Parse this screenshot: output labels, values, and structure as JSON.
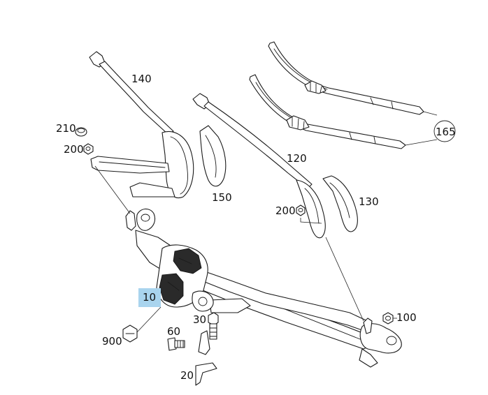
{
  "diagram": {
    "labels": [
      {
        "id": "140",
        "text": "140"
      },
      {
        "id": "210",
        "text": "210"
      },
      {
        "id": "200a",
        "text": "200"
      },
      {
        "id": "150",
        "text": "150"
      },
      {
        "id": "120",
        "text": "120"
      },
      {
        "id": "200b",
        "text": "200"
      },
      {
        "id": "130",
        "text": "130"
      },
      {
        "id": "165",
        "text": "165"
      },
      {
        "id": "10",
        "text": "10",
        "highlighted": true
      },
      {
        "id": "100",
        "text": "100"
      },
      {
        "id": "30",
        "text": "30"
      },
      {
        "id": "60",
        "text": "60"
      },
      {
        "id": "900",
        "text": "900"
      },
      {
        "id": "20",
        "text": "20"
      }
    ],
    "highlight_color": "#a9d4ee"
  }
}
